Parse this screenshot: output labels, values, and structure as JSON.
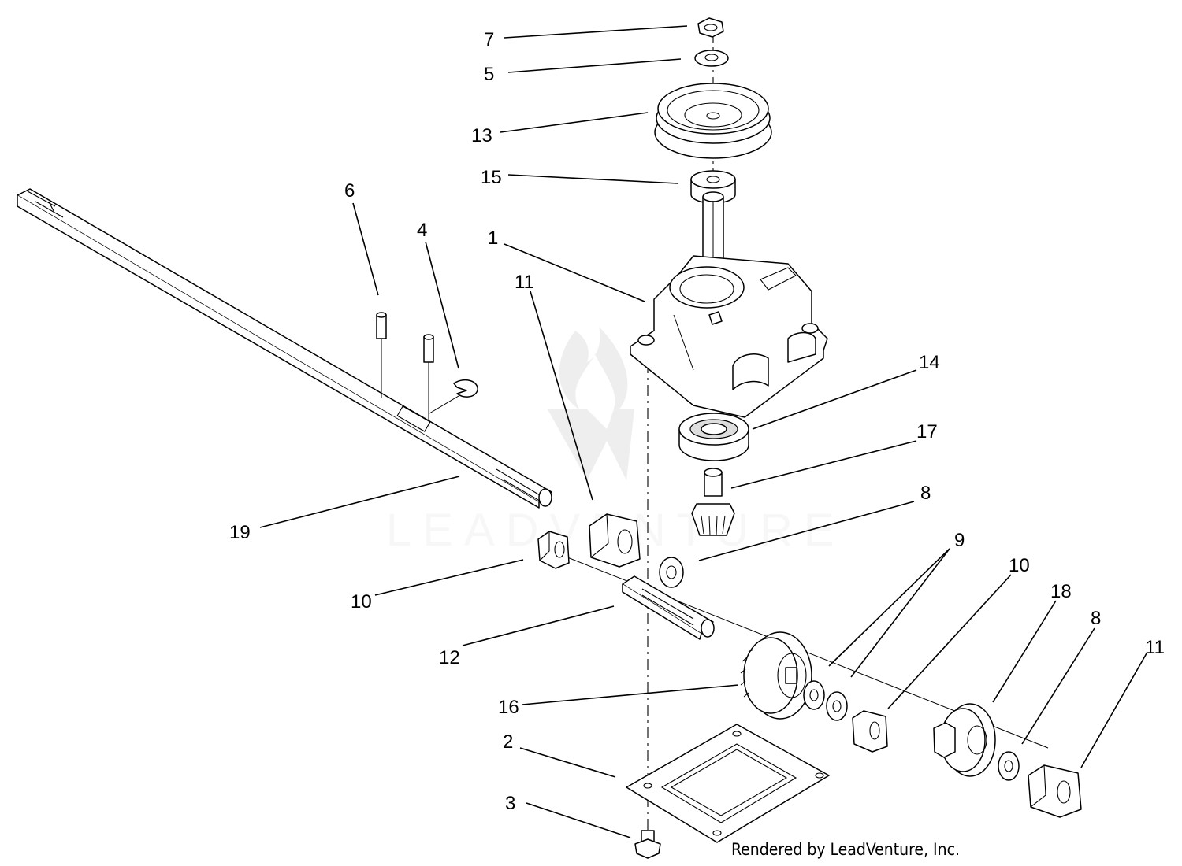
{
  "diagram": {
    "credit": "Rendered by LeadVenture, Inc.",
    "watermark": "LEADVENTURE",
    "callouts": [
      "7",
      "5",
      "13",
      "15",
      "1",
      "6",
      "4",
      "11",
      "14",
      "17",
      "8",
      "19",
      "10",
      "9",
      "12",
      "16",
      "18",
      "2",
      "3"
    ],
    "callout_pairs": {
      "10_right": "10",
      "8_right": "8",
      "11_right": "11"
    }
  }
}
